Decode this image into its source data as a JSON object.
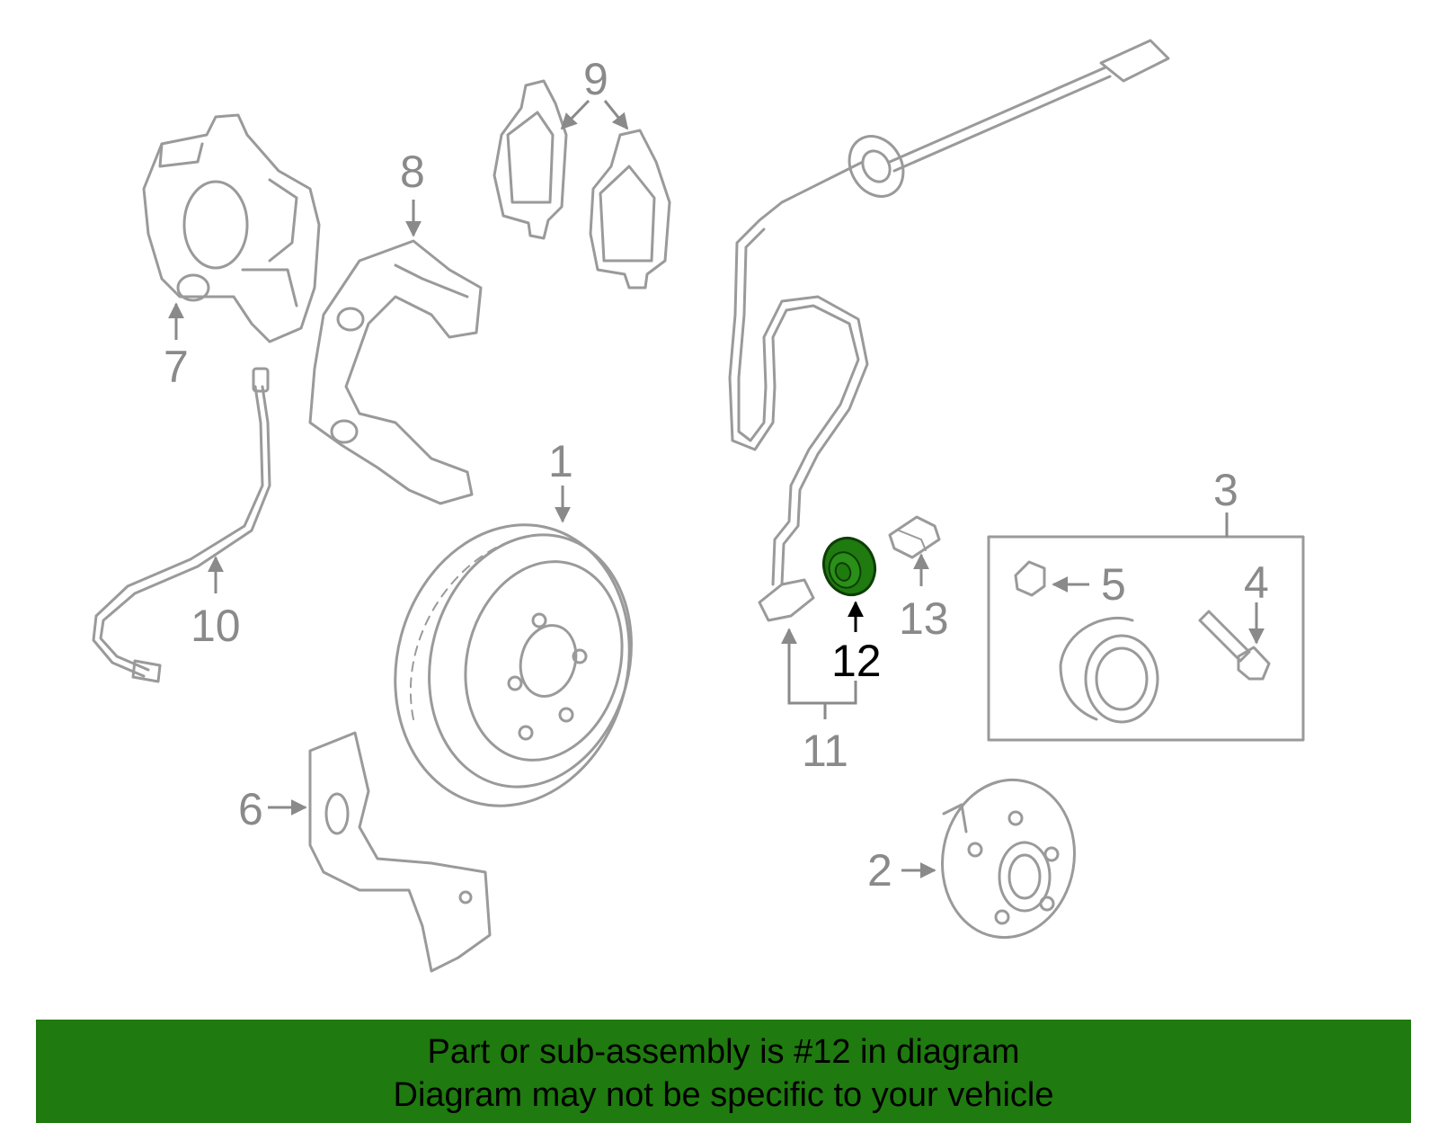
{
  "diagram": {
    "callouts": [
      {
        "id": "1",
        "label": "1"
      },
      {
        "id": "2",
        "label": "2"
      },
      {
        "id": "3",
        "label": "3"
      },
      {
        "id": "4",
        "label": "4"
      },
      {
        "id": "5",
        "label": "5"
      },
      {
        "id": "6",
        "label": "6"
      },
      {
        "id": "7",
        "label": "7"
      },
      {
        "id": "8",
        "label": "8"
      },
      {
        "id": "9",
        "label": "9"
      },
      {
        "id": "10",
        "label": "10"
      },
      {
        "id": "11",
        "label": "11"
      },
      {
        "id": "12",
        "label": "12"
      },
      {
        "id": "13",
        "label": "13"
      }
    ],
    "highlighted_part": "12",
    "highlight_color": "#1f7a0f",
    "line_color": "#9a9a9a"
  },
  "banner": {
    "line1": "Part or sub-assembly is #12 in diagram",
    "line2": "Diagram may not be specific to your vehicle",
    "background": "#1f7a0f"
  }
}
